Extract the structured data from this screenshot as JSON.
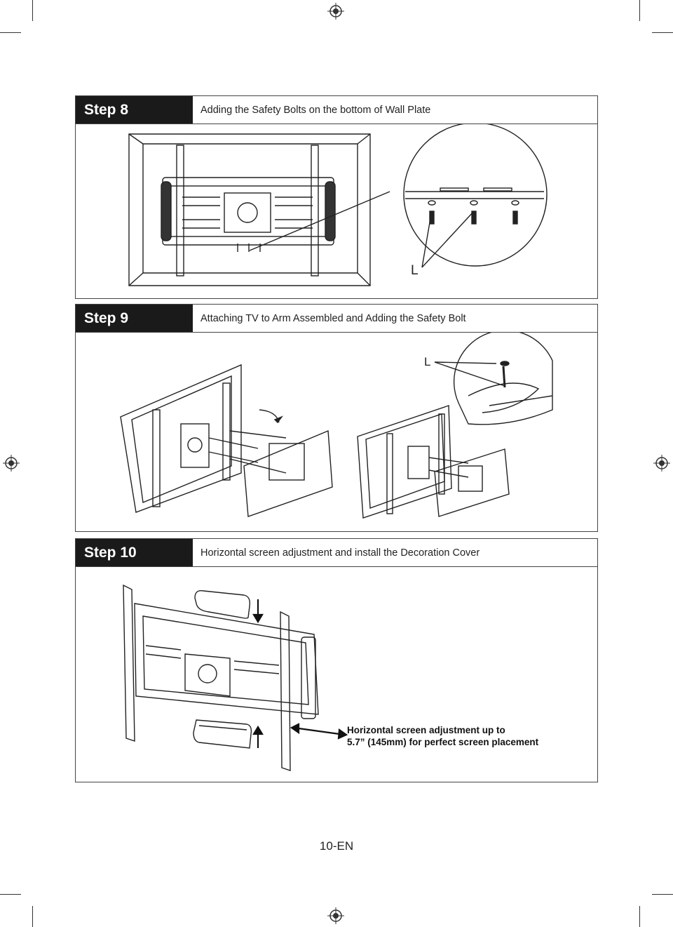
{
  "steps": [
    {
      "label": "Step 8",
      "description": "Adding the Safety Bolts on the bottom of Wall Plate",
      "callout": "L"
    },
    {
      "label": "Step 9",
      "description": "Attaching TV to Arm Assembled and Adding the Safety Bolt",
      "callout": "L"
    },
    {
      "label": "Step 10",
      "description": "Horizontal screen adjustment and install the Decoration Cover",
      "note_line1": "Horizontal screen adjustment up to",
      "note_line2": "5.7” (145mm) for perfect screen placement"
    }
  ],
  "page_number": "10-EN"
}
